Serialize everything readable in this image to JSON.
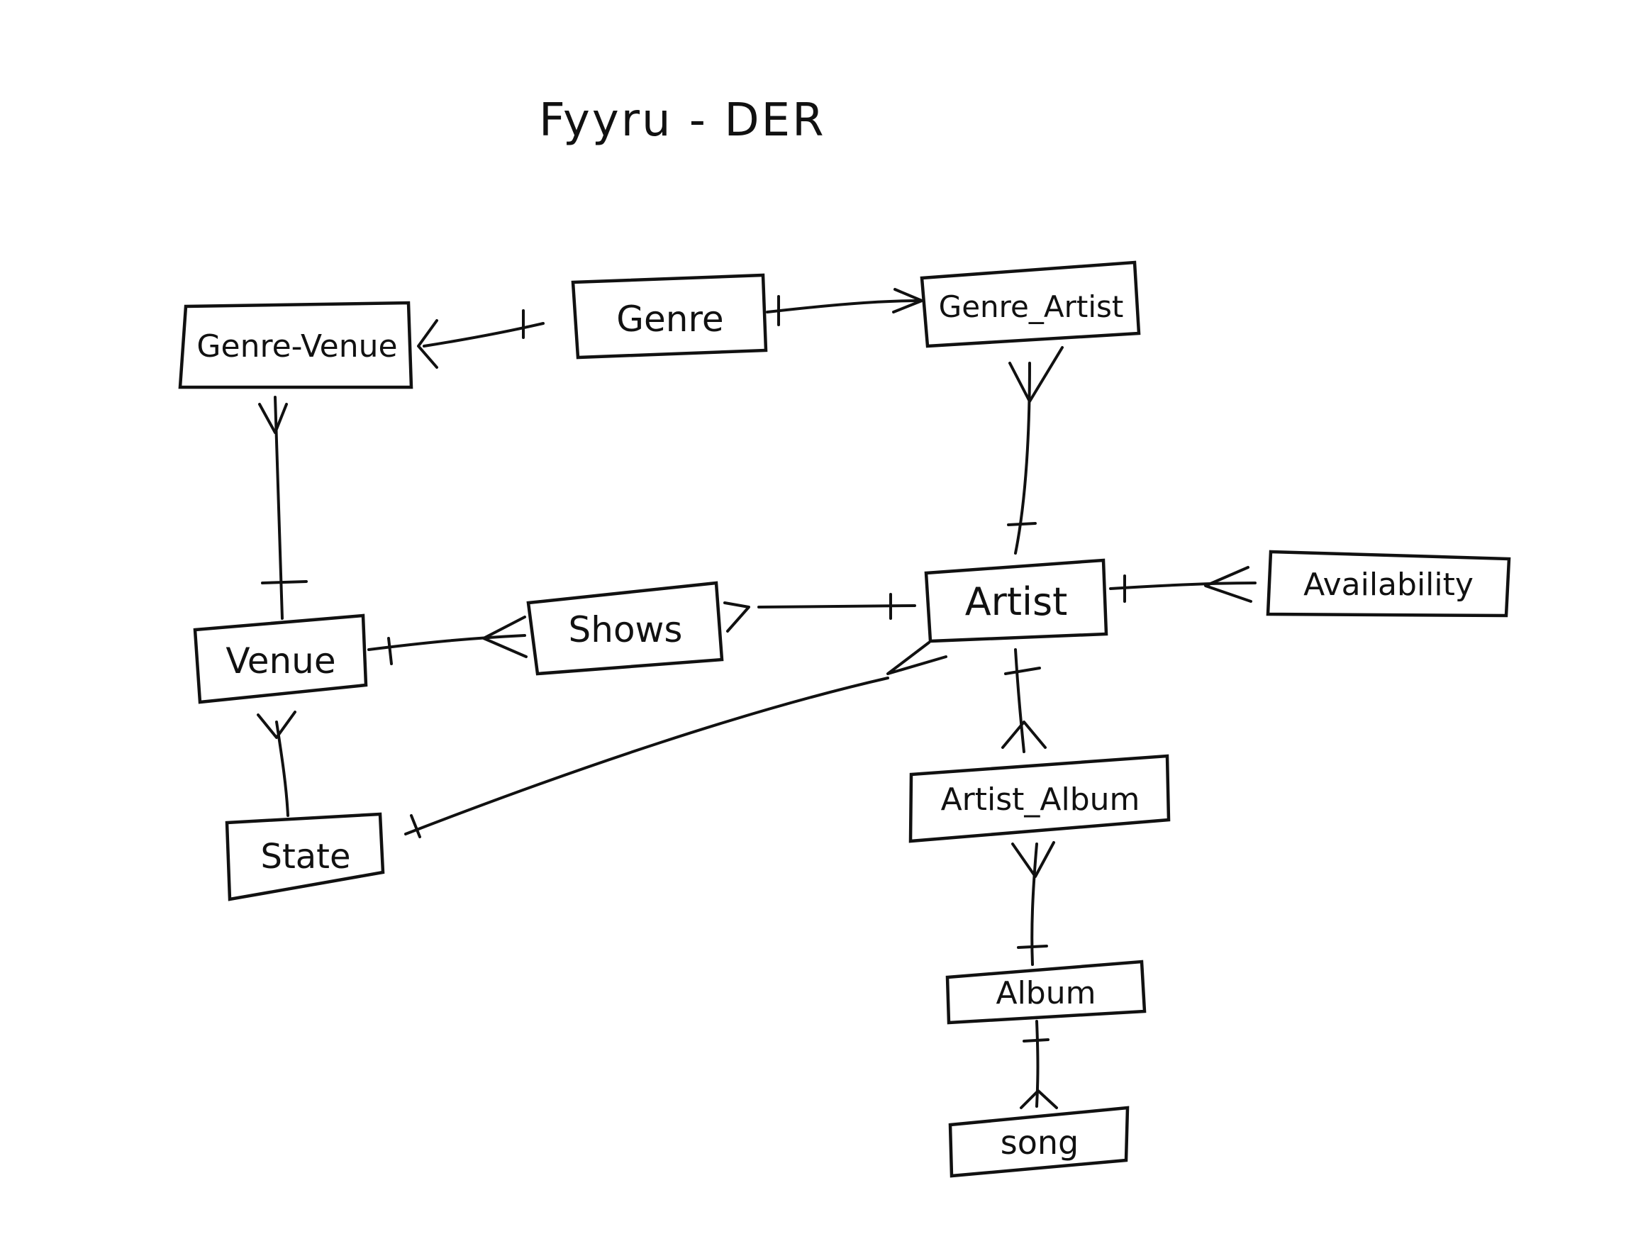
{
  "title": "Fyyru - DER",
  "entities": {
    "genre_venue": "Genre-Venue",
    "genre": "Genre",
    "genre_artist": "Genre_Artist",
    "venue": "Venue",
    "shows": "Shows",
    "artist": "Artist",
    "availability": "Availability",
    "state": "State",
    "artist_album": "Artist_Album",
    "album": "Album",
    "song": "song"
  },
  "relationships": [
    {
      "from": "Genre-Venue",
      "to": "Genre",
      "from_end": "many",
      "to_end": "one"
    },
    {
      "from": "Genre",
      "to": "Genre_Artist",
      "from_end": "one",
      "to_end": "many"
    },
    {
      "from": "Genre-Venue",
      "to": "Venue",
      "from_end": "many",
      "to_end": "one"
    },
    {
      "from": "Genre_Artist",
      "to": "Artist",
      "from_end": "many",
      "to_end": "one"
    },
    {
      "from": "Venue",
      "to": "Shows",
      "from_end": "one",
      "to_end": "many"
    },
    {
      "from": "Shows",
      "to": "Artist",
      "from_end": "many",
      "to_end": "one"
    },
    {
      "from": "Artist",
      "to": "Availability",
      "from_end": "one",
      "to_end": "many"
    },
    {
      "from": "Venue",
      "to": "State",
      "from_end": "many",
      "to_end": "one"
    },
    {
      "from": "State",
      "to": "Artist",
      "from_end": "one",
      "to_end": "many"
    },
    {
      "from": "Artist",
      "to": "Artist_Album",
      "from_end": "one",
      "to_end": "many"
    },
    {
      "from": "Artist_Album",
      "to": "Album",
      "from_end": "many",
      "to_end": "one"
    },
    {
      "from": "Album",
      "to": "song",
      "from_end": "one",
      "to_end": "many"
    }
  ]
}
